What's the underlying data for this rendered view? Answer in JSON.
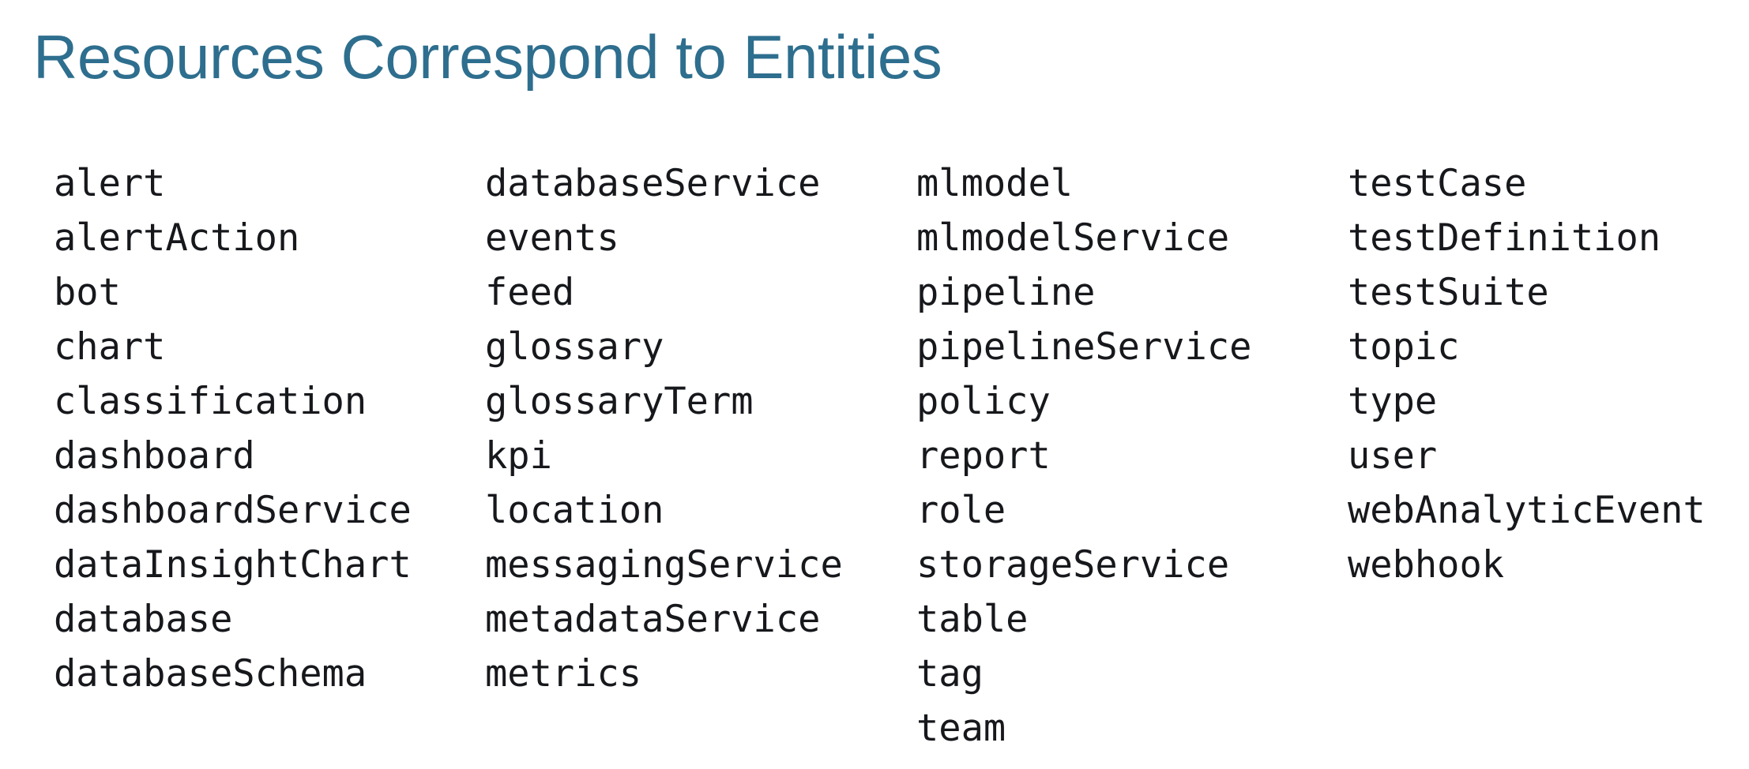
{
  "page": {
    "title": "Resources Correspond to Entities"
  },
  "resources": {
    "columns": [
      [
        "alert",
        "alertAction",
        "bot",
        "chart",
        "classification",
        "dashboard",
        "dashboardService",
        "dataInsightChart",
        "database",
        "databaseSchema"
      ],
      [
        "databaseService",
        "events",
        "feed",
        "glossary",
        "glossaryTerm",
        "kpi",
        "location",
        "messagingService",
        "metadataService",
        "metrics"
      ],
      [
        "mlmodel",
        "mlmodelService",
        "pipeline",
        "pipelineService",
        "policy",
        "report",
        "role",
        "storageService",
        "table",
        "tag",
        "team"
      ],
      [
        "testCase",
        "testDefinition",
        "testSuite",
        "topic",
        "type",
        "user",
        "webAnalyticEvent",
        "webhook"
      ]
    ]
  },
  "colors": {
    "title": "#2e6e8e",
    "text": "#16181c",
    "background": "#ffffff"
  }
}
